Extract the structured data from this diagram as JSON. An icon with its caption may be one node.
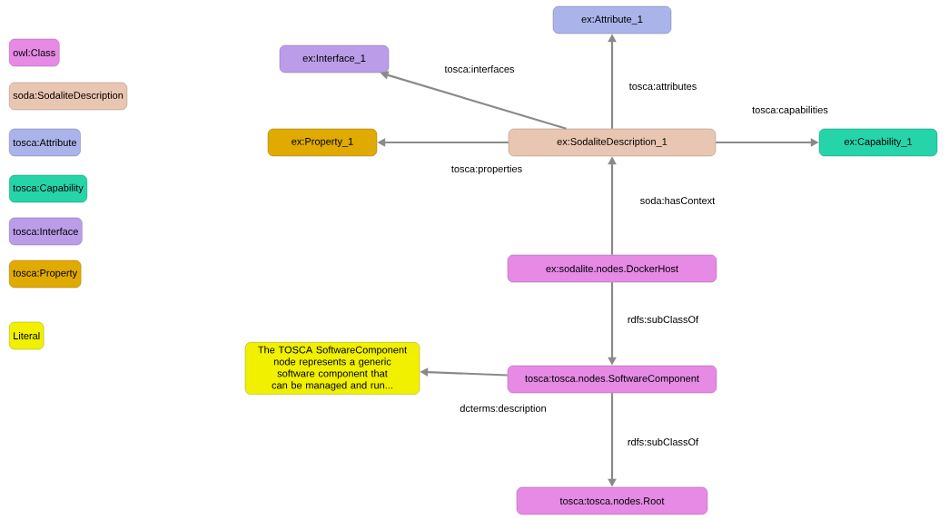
{
  "diagram": {
    "nodes": [
      {
        "text": [
          "ex:Attribute_1"
        ]
      },
      {
        "text": [
          "ex:Interface_1"
        ]
      },
      {
        "text": [
          "ex:Property_1"
        ]
      },
      {
        "text": [
          "ex:SodaliteDescription_1"
        ]
      },
      {
        "text": [
          "ex:Capability_1"
        ]
      },
      {
        "text": [
          "ex:sodalite.nodes.DockerHost"
        ]
      },
      {
        "text": [
          "The TOSCA SoftwareComponent node represents a generic software component that can be managed and run..."
        ]
      },
      {
        "text": [
          "tosca:tosca.nodes.SoftwareComponent"
        ]
      },
      {
        "text": [
          "tosca:tosca.nodes.Root"
        ]
      }
    ],
    "edges": [
      {
        "from": 3,
        "to": 0,
        "arrow": "to",
        "label": "tosca:attributes"
      },
      {
        "from": 3,
        "to": 1,
        "arrow": "to",
        "label": "tosca:interfaces"
      },
      {
        "from": 3,
        "to": 2,
        "arrow": "to",
        "label": "tosca:properties"
      },
      {
        "from": 3,
        "to": 4,
        "arrow": "to",
        "label": "tosca:capabilities"
      },
      {
        "from": 5,
        "to": 3,
        "arrow": "to",
        "label": "soda:hasContext"
      },
      {
        "from": 5,
        "to": 7,
        "arrow": "to",
        "label": "rdfs:subClassOf"
      },
      {
        "from": 7,
        "to": 6,
        "arrow": "to",
        "label": "dcterms:description"
      },
      {
        "from": 7,
        "to": 8,
        "arrow": "to",
        "label": "rdfs:subClassOf"
      }
    ],
    "legend": [
      {
        "text": "owl:Class",
        "color": "#e68ae6"
      },
      {
        "text": "soda:SodaliteDescription",
        "color": "#e9c6b2"
      },
      {
        "text": "tosca:Attribute",
        "color": "#aab4ea"
      },
      {
        "text": "tosca:Capability",
        "color": "#26d4aa"
      },
      {
        "text": "tosca:Interface",
        "color": "#ba9ce8"
      },
      {
        "text": "tosca:Property",
        "color": "#e0aa00"
      },
      {
        "text": "Literal",
        "color": "#f0f000"
      }
    ]
  }
}
